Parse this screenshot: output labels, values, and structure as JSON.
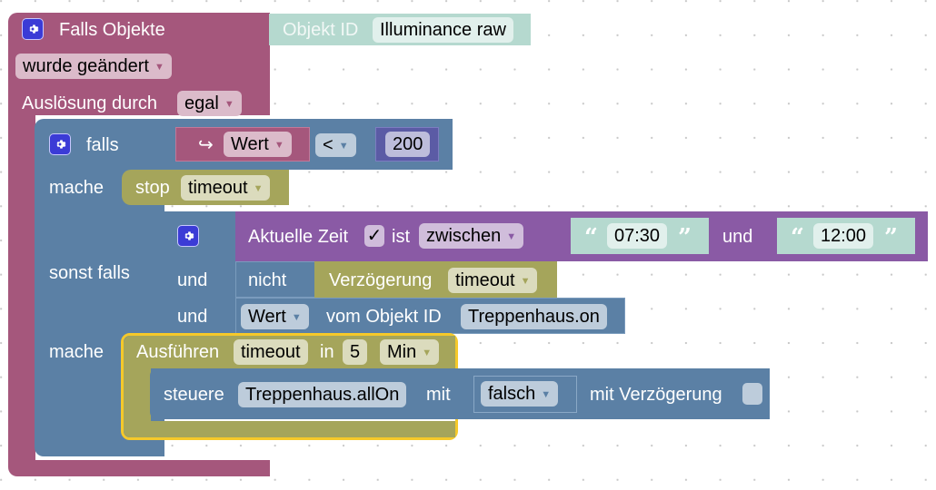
{
  "colors": {
    "event_block": "#a5577c",
    "object_id_block": "#b5d9cf",
    "logic_block": "#5b80a5",
    "timeout_block": "#a5a55b",
    "time_block": "#8a5aa5",
    "number_block": "#5b5ba5",
    "selection_outline": "#f5c92a"
  },
  "trigger": {
    "title": "Falls Objekte",
    "gear_icon": "gear-icon",
    "object_id_label": "Objekt ID",
    "object_id_value": "Illuminance raw",
    "condition_value": "wurde geändert",
    "trigger_by_label": "Auslösung durch",
    "trigger_by_value": "egal"
  },
  "if_block": {
    "if_label": "falls",
    "do_label": "mache",
    "else_if_label": "sonst falls",
    "do2_label": "mache",
    "condition1": {
      "arrow_icon": "↪",
      "value_field": "Wert",
      "operator": "<",
      "number": "200"
    },
    "do1": {
      "label": "stop",
      "value": "timeout"
    },
    "condition2": {
      "and1_label": "und",
      "and2_label": "und",
      "time_block": {
        "label_prefix": "Aktuelle Zeit",
        "checkbox": "✓",
        "label_is": "ist",
        "mode": "zwischen",
        "from_time": "07:30",
        "and_label": "und",
        "to_time": "12:00"
      },
      "not_block": {
        "label": "nicht",
        "delay_label": "Verzögerung",
        "delay_value": "timeout"
      },
      "value_block": {
        "value_field": "Wert",
        "label": "vom Objekt ID",
        "object_id": "Treppenhaus.on"
      }
    },
    "do2": {
      "execute_label": "Ausführen",
      "timeout_name": "timeout",
      "in_label": "in",
      "delay_amount": "5",
      "unit": "Min",
      "control": {
        "label": "steuere",
        "object_id": "Treppenhaus.allOn",
        "with_label": "mit",
        "value": "falsch",
        "delay_label": "mit Verzögerung"
      }
    }
  }
}
